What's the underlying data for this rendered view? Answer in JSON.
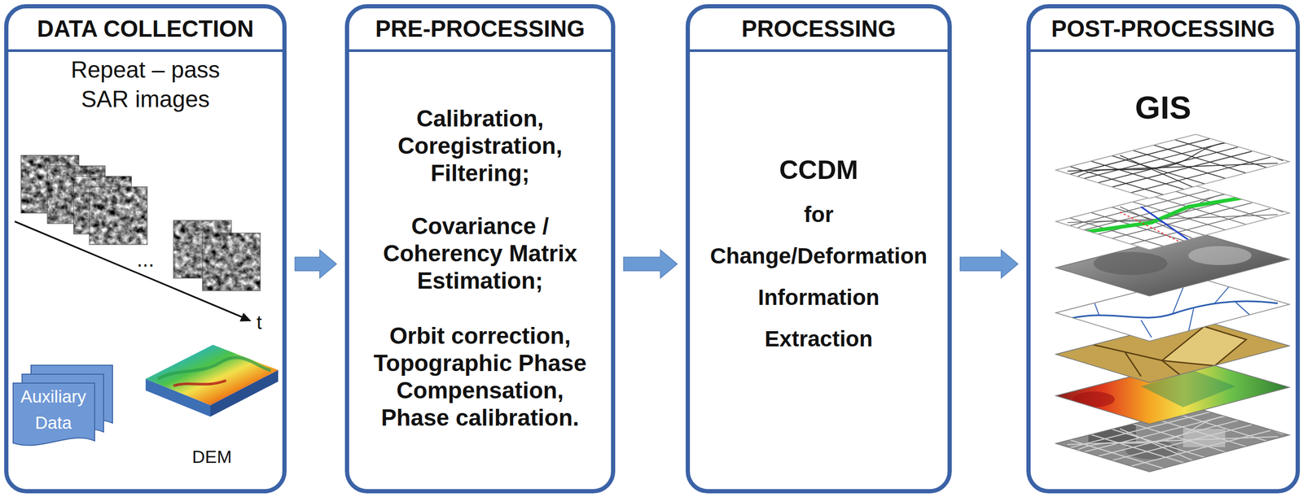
{
  "diagram": {
    "nodes": [
      {
        "text": [
          "DATA COLLECTION",
          "Repeat – pass SAR images"
        ]
      },
      {
        "text": [
          "Auxiliary Data"
        ],
        "in": 0
      },
      {
        "text": [
          "PRE-PROCESSING",
          "Calibration, Coregistration, Filtering;",
          "Covariance / Coherency Matrix Estimation;",
          "Orbit correction, Topographic Phase Compensation, Phase calibration."
        ]
      },
      {
        "text": [
          "PROCESSING",
          "CCDM",
          "for Change/Deformation Information Extraction"
        ]
      },
      {
        "text": [
          "POST-PROCESSING",
          "GIS"
        ]
      }
    ],
    "edges": [
      {
        "from": 0,
        "to": 2,
        "arrow": "to"
      },
      {
        "from": 2,
        "to": 3,
        "arrow": "to"
      },
      {
        "from": 3,
        "to": 4,
        "arrow": "to"
      }
    ],
    "labels": [
      "...",
      "t",
      "DEM"
    ]
  }
}
